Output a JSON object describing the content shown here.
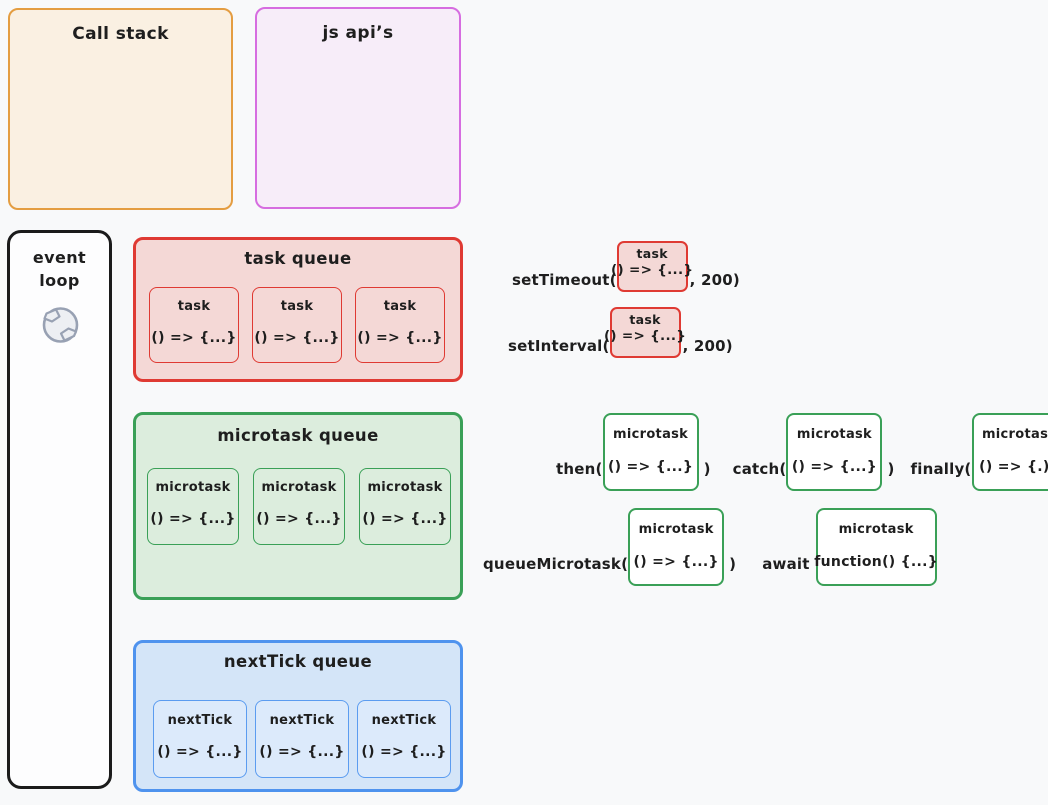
{
  "palette": {
    "background": "#f8f9fa",
    "text": "#1e1e1e",
    "orange_border": "#e49d41",
    "orange_fill": "#faf0e2",
    "violet_border": "#d66de0",
    "violet_fill": "#f7edf9",
    "black_border": "#1b1b1b",
    "red_border": "#df3a33",
    "red_fill": "#f4d8d6",
    "green_border": "#3aa057",
    "green_fill": "#dceddd",
    "blue_border": "#4f93ee",
    "blue_fill": "#d4e5f8",
    "icon_gray": "#98a1b3"
  },
  "call_stack": {
    "title": "Call stack"
  },
  "js_apis": {
    "title": "js api’s"
  },
  "event_loop": {
    "line1": "event",
    "line2": "loop",
    "icon": "refresh-cycle-icon"
  },
  "task_queue": {
    "title": "task queue",
    "items": [
      {
        "label": "task",
        "code": "() => {...}"
      },
      {
        "label": "task",
        "code": "() => {...}"
      },
      {
        "label": "task",
        "code": "() => {...}"
      }
    ]
  },
  "microtask_queue": {
    "title": "microtask queue",
    "items": [
      {
        "label": "microtask",
        "code": "() => {...}"
      },
      {
        "label": "microtask",
        "code": "() => {...}"
      },
      {
        "label": "microtask",
        "code": "() => {...}"
      }
    ]
  },
  "next_tick_queue": {
    "title": "nextTick queue",
    "items": [
      {
        "label": "nextTick",
        "code": "() => {...}"
      },
      {
        "label": "nextTick",
        "code": "() => {...}"
      },
      {
        "label": "nextTick",
        "code": "() => {...}"
      }
    ]
  },
  "examples": {
    "set_timeout": {
      "prefix": "setTimeout(",
      "card": {
        "label": "task",
        "code": "() => {...}"
      },
      "suffix": ", 200)"
    },
    "set_interval": {
      "prefix": "setInterval(",
      "card": {
        "label": "task",
        "code": "() => {...}"
      },
      "suffix": ", 200)"
    },
    "then": {
      "prefix": "then(",
      "card": {
        "label": "microtask",
        "code": "() => {...}"
      },
      "suffix": ")"
    },
    "catch": {
      "prefix": "catch(",
      "card": {
        "label": "microtask",
        "code": "() => {...}"
      },
      "suffix": ")"
    },
    "finally": {
      "prefix": "finally(",
      "card": {
        "label": "microtask",
        "code": "() => {.)}"
      },
      "suffix": ""
    },
    "queue_microtask": {
      "prefix": "queueMicrotask(",
      "card": {
        "label": "microtask",
        "code": "() => {...}"
      },
      "suffix": ")"
    },
    "await": {
      "prefix": "await",
      "card": {
        "label": "microtask",
        "code": "function() {...}"
      },
      "suffix": ""
    }
  }
}
